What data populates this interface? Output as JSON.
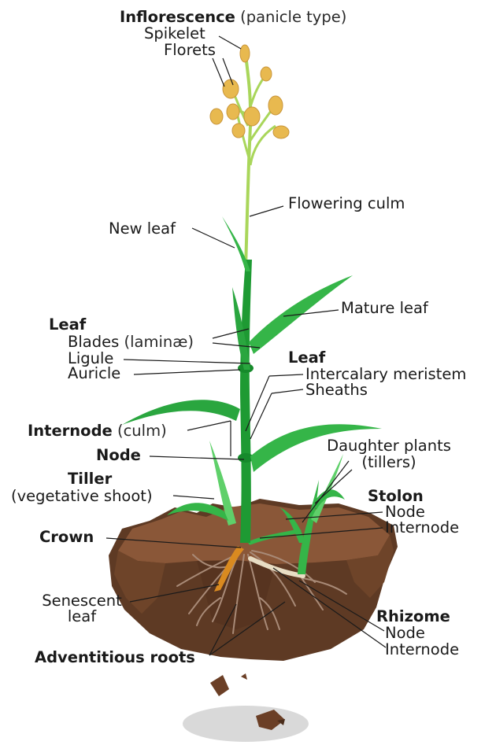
{
  "labels": {
    "inflorescence": "Inflorescence",
    "inflorescence_note": "(panicle type)",
    "spikelet": "Spikelet",
    "florets": "Florets",
    "flowering_culm": "Flowering culm",
    "new_leaf": "New leaf",
    "mature_leaf": "Mature leaf",
    "leaf_group": "Leaf",
    "blades": "Blades",
    "blades_note": "(laminæ)",
    "ligule": "Ligule",
    "auricle": "Auricle",
    "leaf_group_2": "Leaf",
    "intercalary_meristem": "Intercalary meristem",
    "sheaths": "Sheaths",
    "internode_culm": "Internode",
    "internode_culm_note": "(culm)",
    "node": "Node",
    "daughter_plants": "Daughter plants",
    "daughter_plants_note": "(tillers)",
    "tiller": "Tiller",
    "tiller_note": "(vegetative shoot)",
    "stolon": "Stolon",
    "stolon_node": "Node",
    "stolon_internode": "Internode",
    "crown": "Crown",
    "senescent_leaf_1": "Senescent",
    "senescent_leaf_2": "leaf",
    "rhizome": "Rhizome",
    "rhizome_node": "Node",
    "rhizome_internode": "Internode",
    "adventitious_roots": "Adventitious roots"
  },
  "colors": {
    "soil_top": "#8a5738",
    "soil_side": "#5e3a24",
    "soil_dark": "#4a2c1a",
    "culm_green": "#1e9a33",
    "leaf_green": "#35b548",
    "leaf_light": "#5fd06a",
    "flower_stem": "#a9d65a",
    "flower": "#e8b94f",
    "flower_dark": "#c9953a",
    "root": "#a88a77",
    "senescent": "#d98a20",
    "shadow": "#d9d9d9",
    "line": "#1a1a1a"
  }
}
